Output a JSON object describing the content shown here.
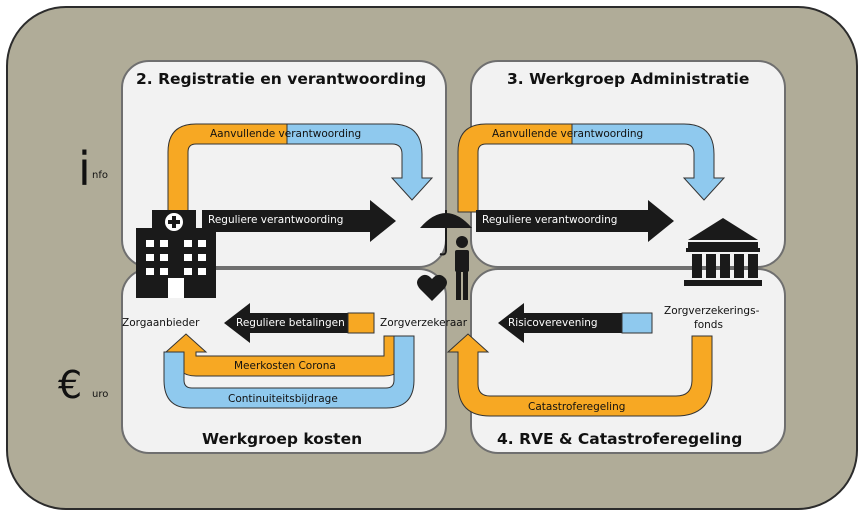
{
  "side_labels": {
    "info_letter": "i",
    "info_suffix": "nfo",
    "euro_letter": "€",
    "euro_suffix": "uro"
  },
  "panels": {
    "top_left": {
      "title": "2. Registratie en verantwoording"
    },
    "top_right": {
      "title": "3. Werkgroep Administratie"
    },
    "bottom_left": {
      "title": "Werkgroep kosten"
    },
    "bottom_right": {
      "title": "4. RVE & Catastroferegeling"
    }
  },
  "flows": {
    "tl_loop": "Aanvullende verantwoording",
    "tl_arrow": "Reguliere verantwoording",
    "tr_loop": "Aanvullende verantwoording",
    "tr_arrow": "Reguliere verantwoording",
    "bl_arrow": "Reguliere betalingen",
    "bl_loop_orange": "Meerkosten Corona",
    "bl_loop_blue": "Continuiteitsbijdrage",
    "br_arrow": "Risicoverevening",
    "br_loop": "Catastroferegeling"
  },
  "actors": {
    "provider": "Zorgaanbieder",
    "insurer": "Zorgverzekeraar",
    "fund_line1": "Zorgverzekerings-",
    "fund_line2": "fonds"
  },
  "icons": [
    "hospital-icon",
    "person-umbrella-icon",
    "heart-icon",
    "bank-icon"
  ],
  "colors": {
    "orange": "#f7a823",
    "blue": "#8fc9ee",
    "dark": "#1a1a1a",
    "background": "#b0ac98",
    "panel": "#f2f2f2"
  }
}
